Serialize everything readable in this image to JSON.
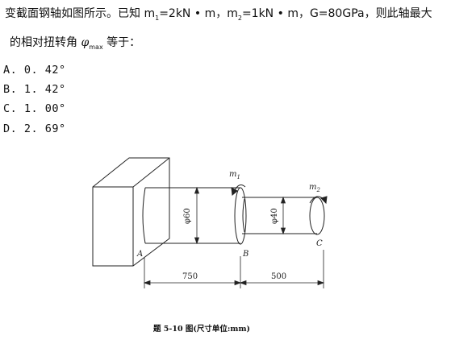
{
  "question": {
    "line1_a": "变截面钢轴如图所示。已知 m",
    "m1_sub": "1",
    "line1_b": "=2kN • m，m",
    "m2_sub": "2",
    "line1_c": "=1kN • m，G=80GPa，则此轴最大",
    "line2_a": "的相对扭转角 ",
    "phi": "φ",
    "phi_sub": "max",
    "line2_b": " 等于："
  },
  "options": [
    {
      "label": "A. 0. 42°"
    },
    {
      "label": "B. 1. 42°"
    },
    {
      "label": "C. 1. 00°"
    },
    {
      "label": "D. 2. 69°"
    }
  ],
  "figure": {
    "labels": {
      "A": "A",
      "B": "B",
      "C": "C",
      "m1": "m",
      "m1_sub": "1",
      "m2": "m",
      "m2_sub": "2",
      "d1": "φ60",
      "d2": "φ40",
      "dim1": "750",
      "dim2": "500"
    },
    "caption": "题 5-10 图(尺寸单位:mm)"
  }
}
